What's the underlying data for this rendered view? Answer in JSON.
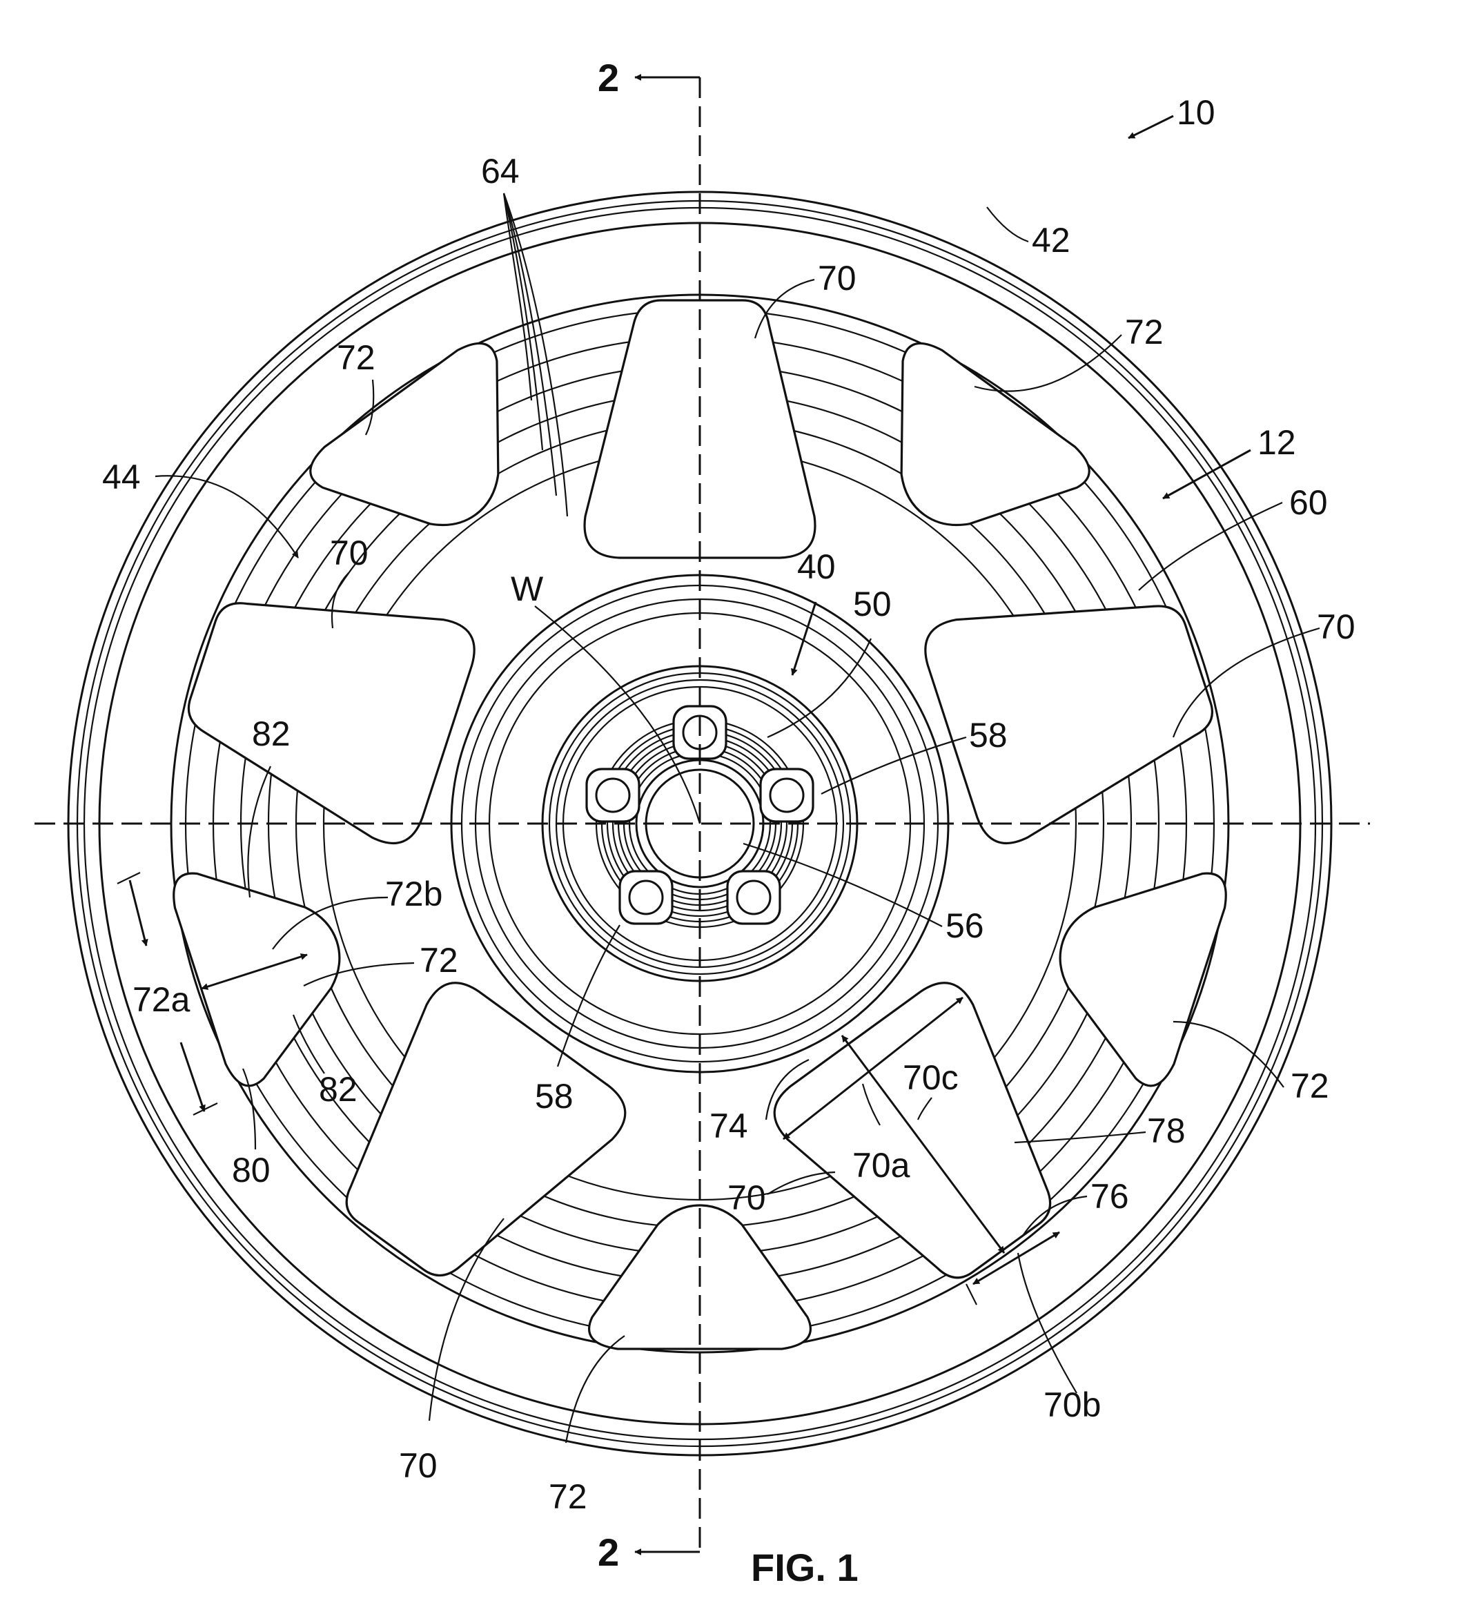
{
  "figure": {
    "caption": "FIG. 1",
    "section_marker_top": "2",
    "section_marker_bottom": "2"
  },
  "labels": {
    "l10": "10",
    "l64": "64",
    "l42": "42",
    "l70_top": "70",
    "l72_top_right": "72",
    "l72_top_left": "72",
    "l12": "12",
    "l44": "44",
    "l60": "60",
    "l70_left": "70",
    "l40": "40",
    "l50": "50",
    "lW": "W",
    "l70_right": "70",
    "l82_upper": "82",
    "l58_right": "58",
    "l72b": "72b",
    "l56": "56",
    "l72_left_mid": "72",
    "l72a": "72a",
    "l70c": "70c",
    "l82_lower": "82",
    "l58_bottom": "58",
    "l72_right": "72",
    "l74": "74",
    "l78": "78",
    "l80": "80",
    "l70a": "70a",
    "l70_mid": "70",
    "l76": "76",
    "l70b": "70b",
    "l70_bottom": "70",
    "l72_bottom": "72"
  }
}
